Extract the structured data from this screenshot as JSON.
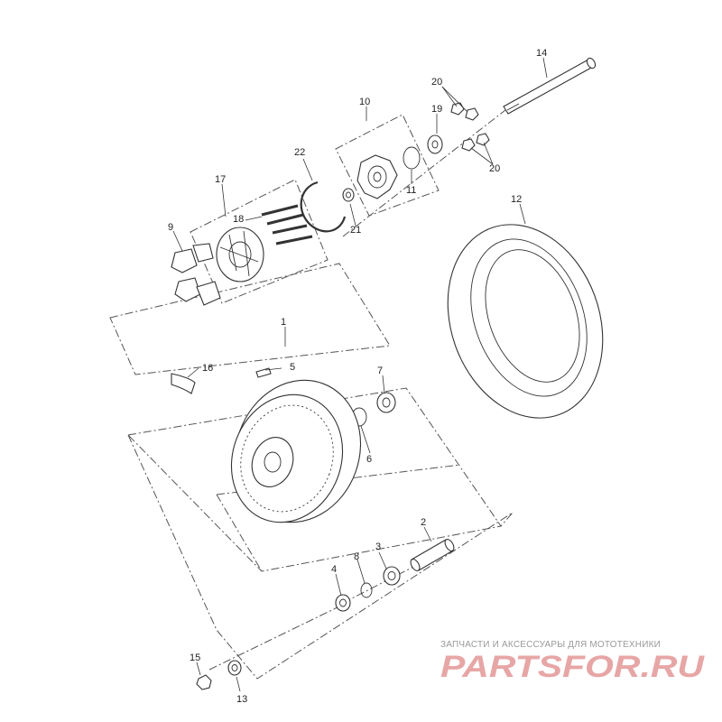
{
  "callouts": {
    "c1": "1",
    "c2": "2",
    "c3": "3",
    "c4": "4",
    "c5": "5",
    "c6": "6",
    "c7": "7",
    "c8": "8",
    "c9": "9",
    "c10": "10",
    "c11": "11",
    "c12": "12",
    "c13": "13",
    "c14": "14",
    "c15": "15",
    "c16": "16",
    "c17": "17",
    "c18": "18",
    "c19": "19",
    "c20a": "20",
    "c20b": "20",
    "c21": "21",
    "c22": "22"
  },
  "watermark": {
    "tagline": "ЗАПЧАСТИ И АКСЕССУАРЫ ДЛЯ МОТОТЕХНИКИ",
    "brand": "PARTSFOR.RU"
  }
}
